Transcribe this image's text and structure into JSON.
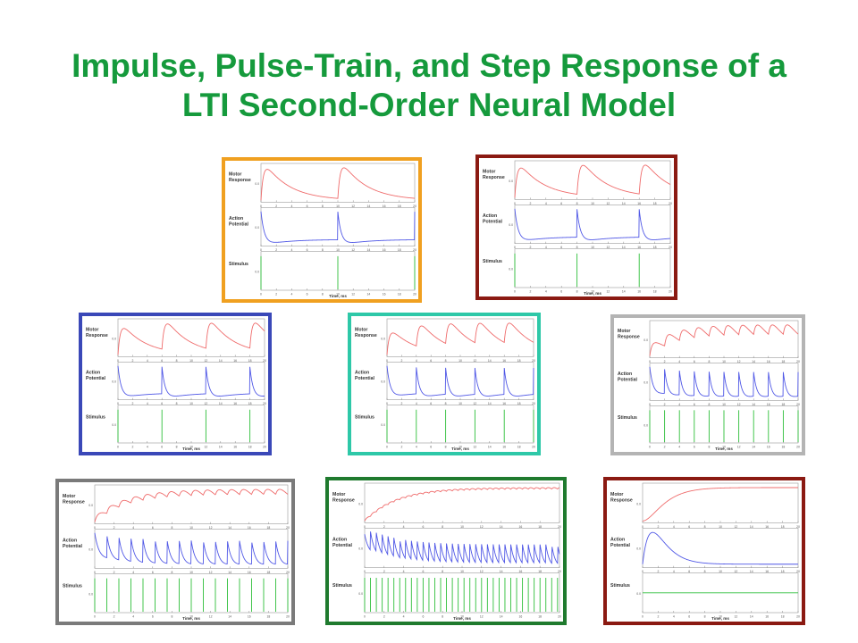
{
  "title": {
    "line1": "Impulse, Pulse-Train, and Step Response of a",
    "line2": "LTI Second-Order Neural Model",
    "color": "#159a3c"
  },
  "colors": {
    "motor": "#ef6b6b",
    "action": "#4f57e6",
    "stimulus": "#2fbf3a",
    "axis": "#666666"
  },
  "labels": {
    "motor": [
      "Motor",
      "Response"
    ],
    "action": [
      "Action",
      "Potential"
    ],
    "stimulus": [
      "Stimulus"
    ],
    "xlabel": "Time, ms"
  },
  "panels": [
    {
      "id": "p1",
      "border_color": "#f0a020",
      "type": "pulse",
      "period_ms": 10,
      "first_ms": 0,
      "xmax": 20,
      "xticks": [
        "0",
        "2",
        "4",
        "6",
        "8",
        "10",
        "12",
        "14",
        "16",
        "18",
        "20"
      ],
      "ytick": "0.0"
    },
    {
      "id": "p2",
      "border_color": "#8b1a12",
      "type": "pulse",
      "period_ms": 8,
      "first_ms": 0,
      "xmax": 20,
      "xticks": [
        "0",
        "2",
        "4",
        "6",
        "8",
        "10",
        "12",
        "14",
        "16",
        "18",
        "20"
      ],
      "ytick": "0.0"
    },
    {
      "id": "p3",
      "border_color": "#3a48b8",
      "type": "pulse",
      "period_ms": 6,
      "first_ms": 0,
      "xmax": 20,
      "xticks": [
        "0",
        "2",
        "4",
        "6",
        "8",
        "10",
        "12",
        "14",
        "16",
        "18",
        "20"
      ],
      "ytick": "0.0"
    },
    {
      "id": "p4",
      "border_color": "#2ec8a8",
      "type": "pulse",
      "period_ms": 4,
      "first_ms": 0,
      "xmax": 20,
      "xticks": [
        "0",
        "2",
        "4",
        "6",
        "8",
        "10",
        "12",
        "14",
        "16",
        "18",
        "20"
      ],
      "ytick": "0.0"
    },
    {
      "id": "p5",
      "border_color": "#b4b4b4",
      "type": "pulse",
      "period_ms": 2,
      "first_ms": 0,
      "xmax": 20,
      "xticks": [
        "0",
        "2",
        "4",
        "6",
        "8",
        "10",
        "12",
        "14",
        "16",
        "18",
        "20"
      ],
      "ytick": "0.0"
    },
    {
      "id": "p6",
      "border_color": "#7a7a7a",
      "type": "pulse",
      "period_ms": 1.25,
      "first_ms": 0,
      "xmax": 20,
      "xticks": [
        "0",
        "2",
        "4",
        "6",
        "8",
        "10",
        "12",
        "14",
        "16",
        "18",
        "20"
      ],
      "ytick": "0.0"
    },
    {
      "id": "p7",
      "border_color": "#1f7a2e",
      "type": "pulse",
      "period_ms": 0.6,
      "first_ms": 0,
      "xmax": 20,
      "xticks": [
        "0",
        "2",
        "4",
        "6",
        "8",
        "10",
        "12",
        "14",
        "16",
        "18",
        "20"
      ],
      "ytick": "0.0"
    },
    {
      "id": "p8",
      "border_color": "#8b1a12",
      "type": "step",
      "xmax": 20,
      "xticks": [
        "0",
        "2",
        "4",
        "6",
        "8",
        "10",
        "12",
        "14",
        "16",
        "18",
        "20"
      ],
      "ytick": "0.0"
    }
  ]
}
